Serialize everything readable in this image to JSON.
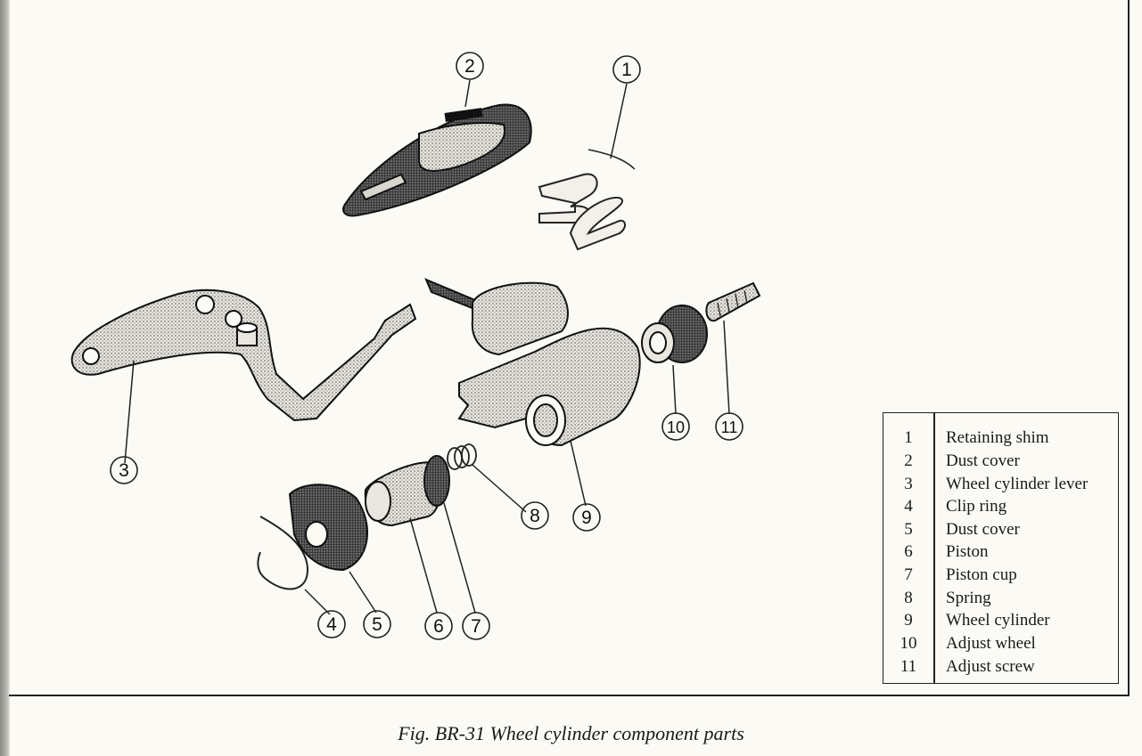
{
  "figure": {
    "caption": "Fig. BR-31  Wheel cylinder component parts"
  },
  "callouts": [
    {
      "number": "1"
    },
    {
      "number": "2"
    },
    {
      "number": "3"
    },
    {
      "number": "4"
    },
    {
      "number": "5"
    },
    {
      "number": "6"
    },
    {
      "number": "7"
    },
    {
      "number": "8"
    },
    {
      "number": "9"
    },
    {
      "number": "10"
    },
    {
      "number": "11"
    }
  ],
  "legend": [
    {
      "number": "1",
      "label": "Retaining shim"
    },
    {
      "number": "2",
      "label": "Dust cover"
    },
    {
      "number": "3",
      "label": "Wheel cylinder lever"
    },
    {
      "number": "4",
      "label": "Clip ring"
    },
    {
      "number": "5",
      "label": "Dust cover"
    },
    {
      "number": "6",
      "label": "Piston"
    },
    {
      "number": "7",
      "label": "Piston cup"
    },
    {
      "number": "8",
      "label": "Spring"
    },
    {
      "number": "9",
      "label": "Wheel cylinder"
    },
    {
      "number": "10",
      "label": "Adjust wheel"
    },
    {
      "number": "11",
      "label": "Adjust screw"
    }
  ]
}
